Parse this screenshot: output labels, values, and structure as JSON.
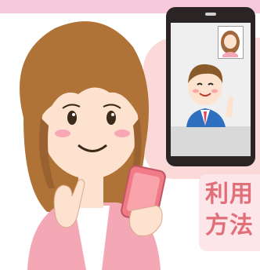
{
  "banner": {
    "color": "#f6c9dc"
  },
  "illustration": {
    "subject": "woman-video-calling-on-smartphone",
    "phone_color": "#f07b86",
    "call_person": "businessman-in-suit"
  },
  "method_badge": {
    "label": "利用\n方法",
    "text_color": "#e06f7a",
    "background": "#fde6e9"
  }
}
